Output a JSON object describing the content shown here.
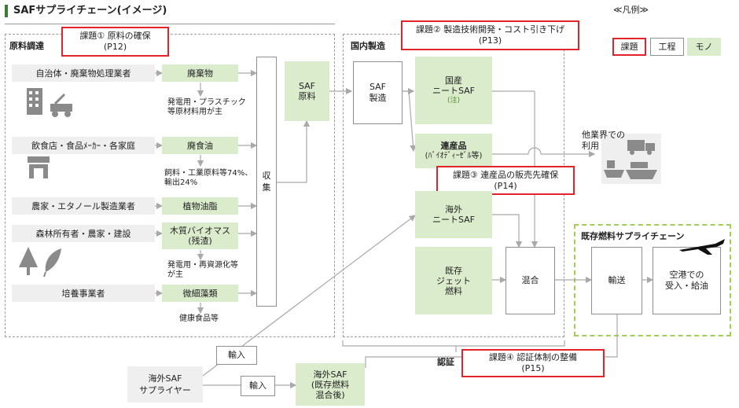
{
  "title": "SAFサプライチェーン(イメージ)",
  "legend": {
    "title": "≪凡例≫",
    "issue": "課題",
    "process": "工程",
    "goods": "モノ"
  },
  "regions": {
    "procurement": "原料調達",
    "domestic": "国内製造",
    "existing": "既存燃料サプライチェーン"
  },
  "sources": [
    "自治体・廃棄物処理業者",
    "飲食店・食品ﾒｰｶｰ・各家庭",
    "農家・エタノール製造業者",
    "森林所有者・農家・建設",
    "培養事業者"
  ],
  "materials": {
    "waste": "廃棄物",
    "waste_oil": "廃食油",
    "veg_oil": "植物油脂",
    "biomass_1": "木質バイオマス",
    "biomass_2": "(残渣)",
    "algae": "微細藻類"
  },
  "notes": {
    "waste_1": "発電用・プラスチック",
    "waste_2": "等原材料用が主",
    "oil_1": "飼料・工業原料等74%、",
    "oil_2": "輸出24%",
    "biomass_1": "発電用・再資源化等",
    "biomass_2": "が主",
    "algae": "健康食品等"
  },
  "collection": [
    "収",
    "集"
  ],
  "saf_material": [
    "SAF",
    "原料"
  ],
  "saf_production": [
    "SAF",
    "製造"
  ],
  "domestic_neat": [
    "国産",
    "ニートSAF"
  ],
  "domestic_neat_note": "(注)",
  "coproduct": [
    "連産品",
    "(ﾊﾞｲｵﾃﾞｨｰｾﾞﾙ等)"
  ],
  "other_industry": [
    "他業界での",
    "利用"
  ],
  "overseas_neat": [
    "海外",
    "ニートSAF"
  ],
  "existing_jet": [
    "既存",
    "ジェット",
    "燃料"
  ],
  "blending": "混合",
  "transport": "輸送",
  "airport": [
    "空港での",
    "受入・給油"
  ],
  "certification": "認証",
  "import": "輸入",
  "overseas_supplier": [
    "海外SAF",
    "サプライヤー"
  ],
  "overseas_saf_blend": [
    "海外SAF",
    "(既存燃料",
    "混合後)"
  ],
  "issues": [
    {
      "label": "課題① 原料の確保",
      "page": "(P12)"
    },
    {
      "label": "課題② 製造技術開発・コスト引き下げ",
      "page": "(P13)"
    },
    {
      "label": "課題③ 連産品の販売先確保",
      "page": "(P14)"
    },
    {
      "label": "課題④ 認証体制の整備",
      "page": "(P15)"
    }
  ],
  "colors": {
    "issue_border": "#e0242a",
    "goods_fill": "#dbeccc",
    "existing_border": "#9fcf55",
    "title_bar": "#3d7a3a"
  }
}
